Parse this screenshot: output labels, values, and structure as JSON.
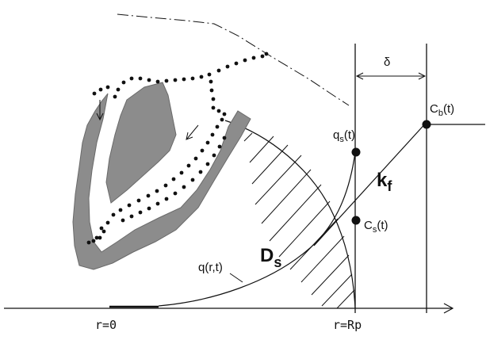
{
  "labels": {
    "delta": "δ",
    "cb": {
      "main": "C",
      "sub": "b",
      "suffix": "(t)"
    },
    "qs": {
      "main": "q",
      "sub": "s",
      "suffix": "(t)"
    },
    "kf": {
      "main": "k",
      "sub": "f"
    },
    "cs": {
      "main": "C",
      "sub": "s",
      "suffix": "(t)"
    },
    "ds": {
      "main": "D",
      "sub": "s"
    },
    "qrt": "q(r,t)"
  },
  "axis_labels": {
    "origin": "r=0",
    "particle_radius": "r=Rp"
  },
  "colors": {
    "line": "#111111",
    "shaded_region": "#8c8c8c",
    "background": "#ffffff"
  }
}
